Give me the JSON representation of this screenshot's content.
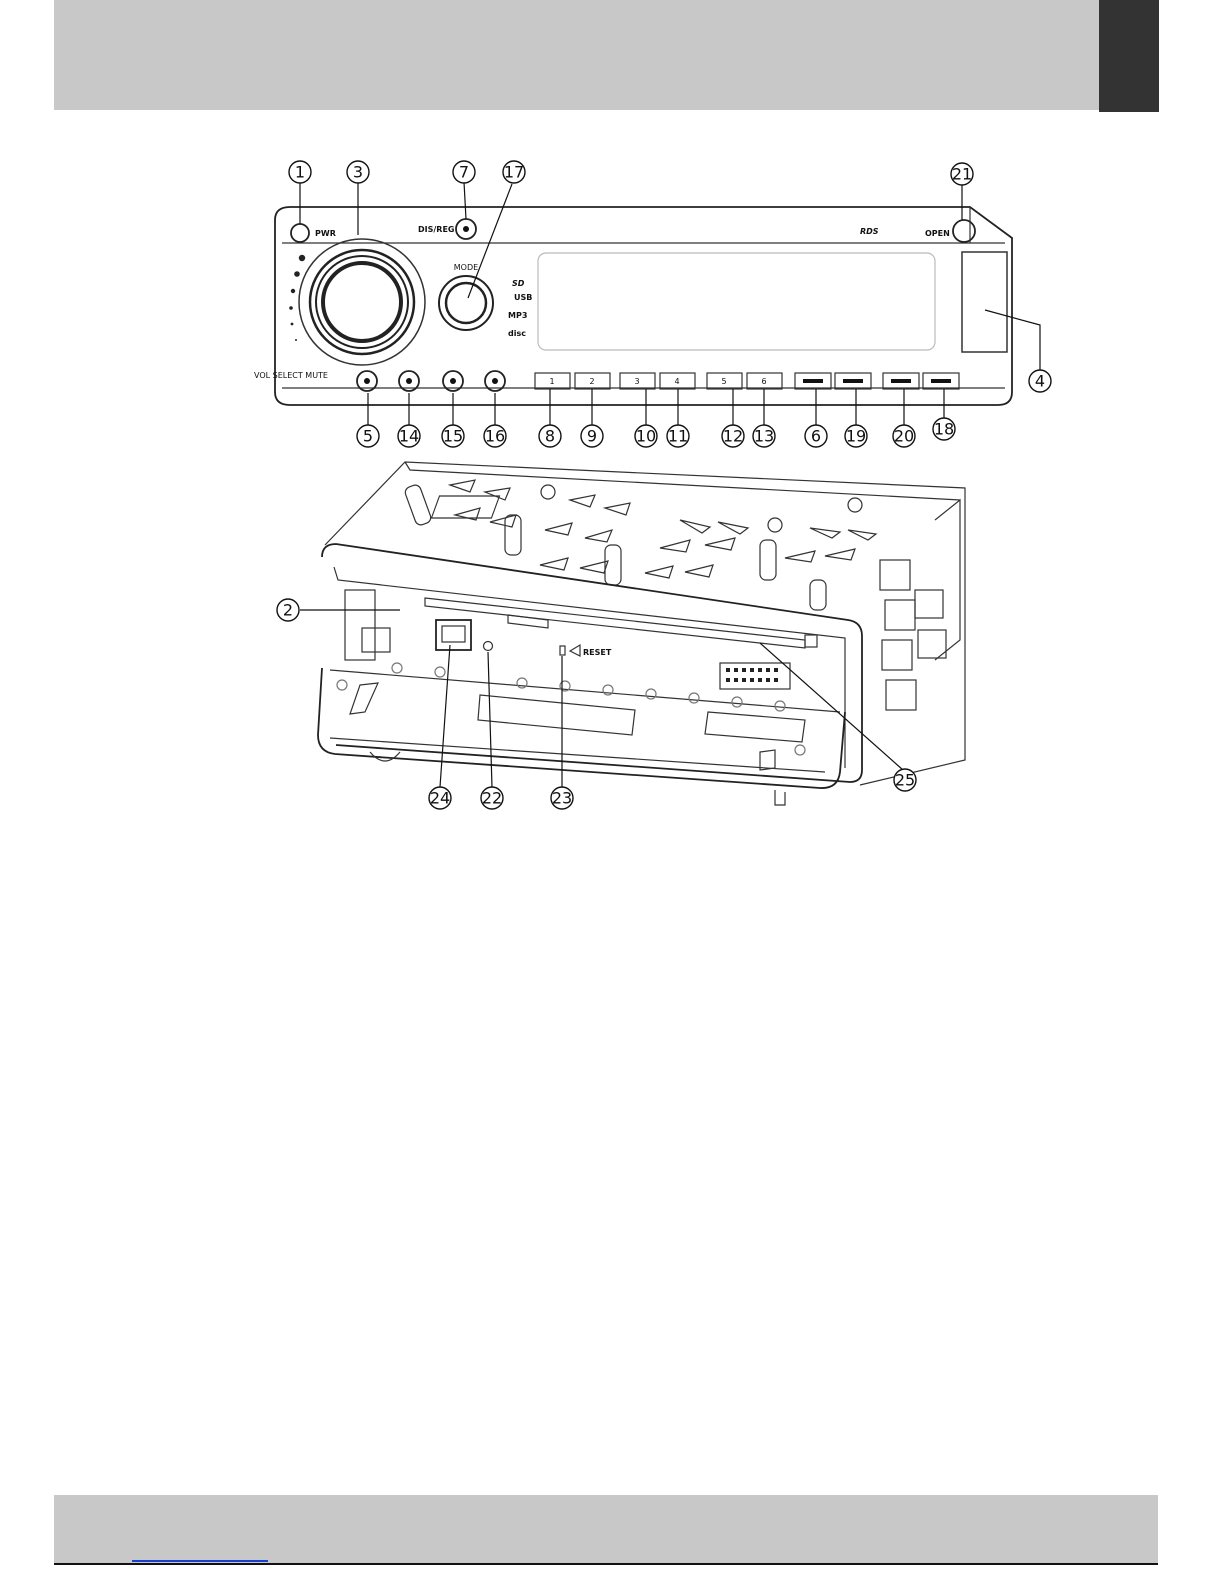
{
  "page": {
    "header_color": "#c8c8c8",
    "tab_color": "#333333",
    "footer_color": "#c8c8c8"
  },
  "faceplate": {
    "labels": {
      "pwr": "PWR",
      "dis_reg": "DIS/REG",
      "mode": "MODE",
      "rds": "RDS",
      "open": "OPEN",
      "vol_select_mute": "VOL SELECT MUTE",
      "sd_logo": "SD",
      "usb_logo": "USB",
      "mp3_logo": "MP3",
      "disc_logo": "disc"
    },
    "preset_numbers": [
      "1",
      "2",
      "3",
      "4",
      "5",
      "6"
    ]
  },
  "chassis": {
    "reset_label": "RESET"
  },
  "callouts": [
    "1",
    "2",
    "3",
    "4",
    "5",
    "6",
    "7",
    "8",
    "9",
    "10",
    "11",
    "12",
    "13",
    "14",
    "15",
    "16",
    "17",
    "18",
    "19",
    "20",
    "21",
    "22",
    "23",
    "24",
    "25"
  ]
}
